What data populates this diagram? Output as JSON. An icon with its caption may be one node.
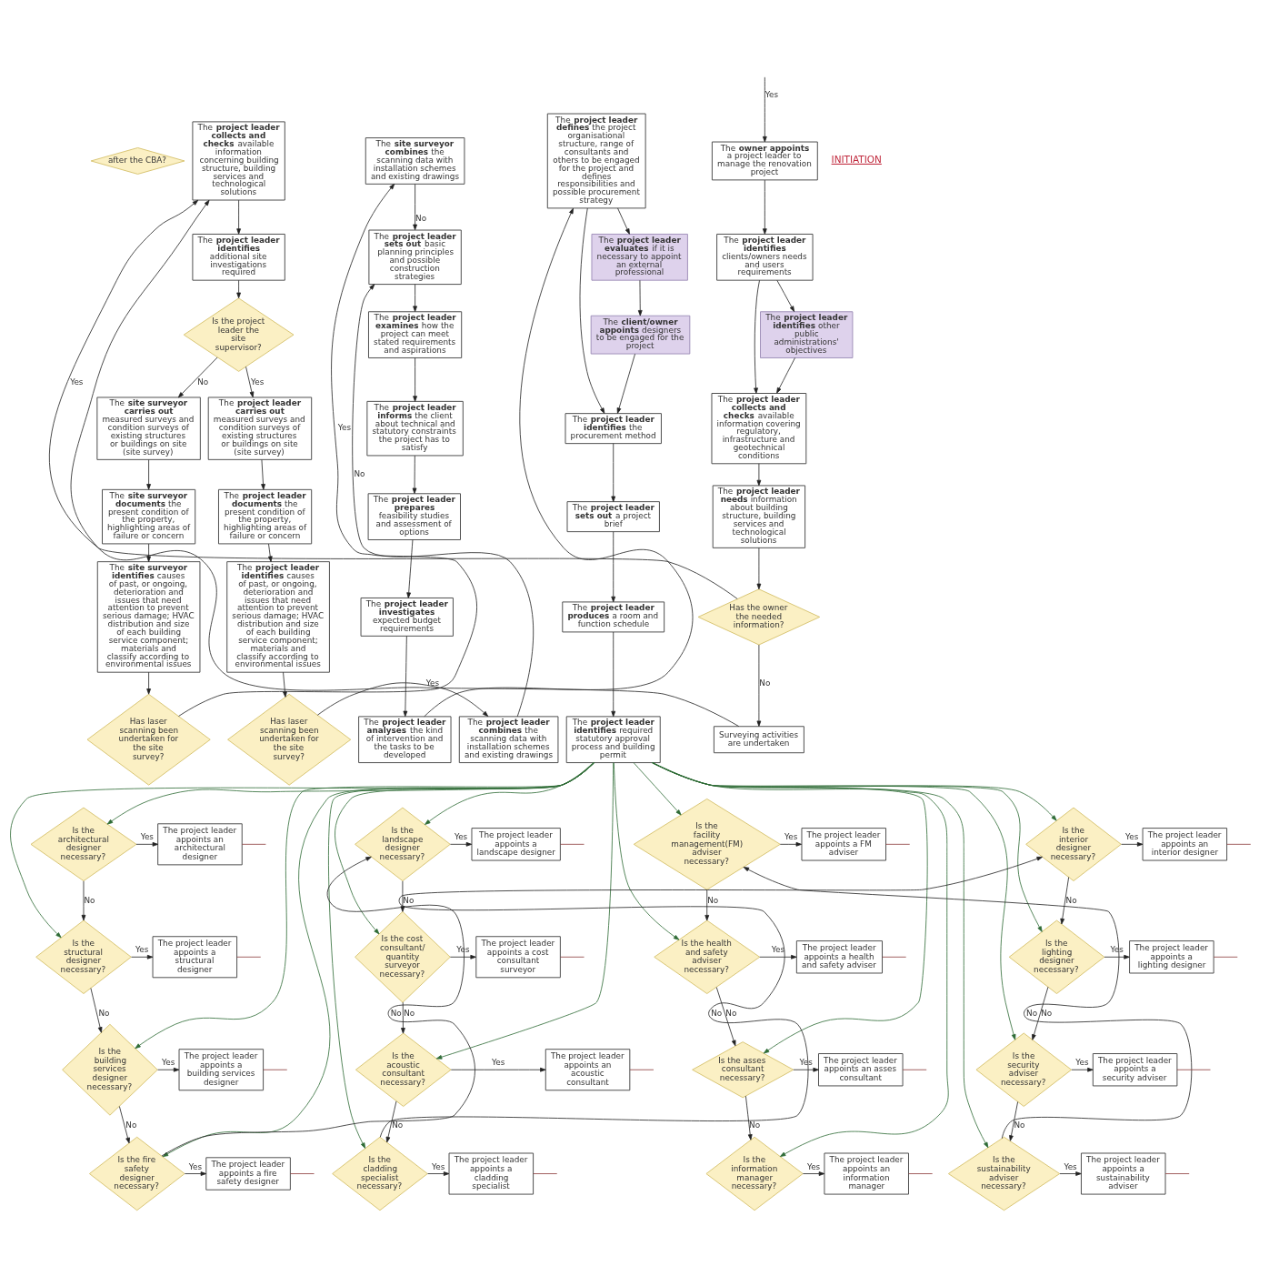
{
  "diagram": {
    "nodes": [
      {
        "text": [
          "after the CBA?"
        ]
      },
      {
        "text": [
          "The **owner appoints** a project leader to manage the renovation project"
        ]
      },
      {
        "text": [
          "The **project leader identifies** clients/owners needs and users requirements"
        ]
      },
      {
        "text": [
          "The **project leader identifies** other public administrations' objectives"
        ]
      },
      {
        "text": [
          "The **project leader collects and checks** available information covering regulatory, infrastructure and geotechnical conditions"
        ]
      },
      {
        "text": [
          "The **project leader needs** information about building structure, building services and technological solutions"
        ]
      },
      {
        "text": [
          "Has the owner the needed information?"
        ]
      },
      {
        "text": [
          "Surveying activities are undertaken"
        ]
      },
      {
        "text": [
          "The **project leader collects and checks** available information concerning building structure, building services and technological solutions"
        ]
      },
      {
        "text": [
          "The **project leader identifies** additional site investigations required"
        ]
      },
      {
        "text": [
          "Is the project leader the site supervisor?"
        ]
      },
      {
        "text": [
          "The **site surveyor carries out** measured surveys and condition surveys of existing structures or buildings on site (site survey)"
        ]
      },
      {
        "text": [
          "The **site surveyor documents** the present condition of the property, highlighting areas of failure or concern"
        ]
      },
      {
        "text": [
          "The **site surveyor identifies** causes of past, or ongoing, deterioration and issues that need attention to prevent serious damage; HVAC distribution and size of each building service component; materials and classify according to environmental issues"
        ]
      },
      {
        "text": [
          "Has laser scanning been undertaken for the site survey?"
        ]
      },
      {
        "text": [
          "The **site surveyor combines** the scanning data with installation schemes and existing drawings"
        ]
      },
      {
        "text": [
          "The **project leader evaluates** if it is necessary to appoint an external professional"
        ]
      },
      {
        "text": [
          "The **client/owner appoints** designers to be engaged for the project"
        ]
      },
      {
        "text": [
          "The **project leader carries out** measured surveys and condition surveys of existing structures or buildings on site (site survey)"
        ]
      },
      {
        "text": [
          "The **project leader documents** the present condition of the property, highlighting areas of failure or concern"
        ]
      },
      {
        "text": [
          "The **project leader identifies** causes of past, or ongoing, deterioration and issues that need attention to prevent serious damage; HVAC distribution and size of each building service component; materials and classify according to environmental issues"
        ]
      },
      {
        "text": [
          "Has laser scanning been undertaken for the site survey?"
        ]
      },
      {
        "text": [
          "The **project leader combines** the scanning data with installation schemes and existing drawings"
        ]
      },
      {
        "text": [
          "The **project leader sets out** basic planning principles and possible construction strategies"
        ]
      },
      {
        "text": [
          "The **project leader examines** how the project can meet stated requirements and aspirations"
        ]
      },
      {
        "text": [
          "The **project leader informs** the client about technical and statutory constraints the project has to satisfy"
        ]
      },
      {
        "text": [
          "The **project leader prepares** feasibility studies and assessment of options"
        ]
      },
      {
        "text": [
          "The **project leader investigates** expected budget requirements"
        ]
      },
      {
        "text": [
          "The **project leader analyses** the kind of intervention and the tasks to be developed"
        ]
      },
      {
        "text": [
          "The **project leader defines** the project organisational structure, range of consultants and others to be engaged for the project and defines responsibilities and possible procurement strategy"
        ]
      },
      {
        "text": [
          "The **project leader identifies** the procurement method"
        ]
      },
      {
        "text": [
          "The **project leader sets out** a project brief"
        ]
      },
      {
        "text": [
          "The **project leader produces** a room and function schedule"
        ]
      },
      {
        "text": [
          "The **project leader identifies** required statutory approval process and building permit"
        ]
      },
      {
        "text": [
          "Is the architectural designer necessary?"
        ]
      },
      {
        "text": [
          "The project leader appoints an architectural designer"
        ]
      },
      {
        "text": [
          "Is the building services designer necessary?"
        ]
      },
      {
        "text": [
          "The project leader appoints a building services designer"
        ]
      },
      {
        "text": [
          "Is the landscape designer necessary?"
        ]
      },
      {
        "text": [
          "The project leader appoints a landscape designer"
        ]
      },
      {
        "text": [
          "Is the acoustic consultant necessary?"
        ]
      },
      {
        "text": [
          "The project leader appoints an acoustic consultant"
        ]
      },
      {
        "text": [
          "Is the interior designer necessary?"
        ]
      },
      {
        "text": [
          "The project leader appoints an interior designer"
        ]
      },
      {
        "text": [
          "Is the structural designer necessary?"
        ]
      },
      {
        "text": [
          "The project leader appoints a structural designer"
        ]
      },
      {
        "text": [
          "Is the fire safety designer necessary?"
        ]
      },
      {
        "text": [
          "The project leader appoints a fire safety designer"
        ]
      },
      {
        "text": [
          "Is the cost consultant/ quantity surveyor necessary?"
        ]
      },
      {
        "text": [
          "The project leader appoints a cost consultant surveyor"
        ]
      },
      {
        "text": [
          "Is the cladding specialist necessary?"
        ]
      },
      {
        "text": [
          "The project leader appoints a cladding specialist"
        ]
      },
      {
        "text": [
          "Is the information manager necessary?"
        ]
      },
      {
        "text": [
          "Is the asses consultant necessary?"
        ]
      },
      {
        "text": [
          "Is the health and safety adviser necessary?"
        ]
      },
      {
        "text": [
          "Is the facility management(FM) adviser necessary?"
        ]
      },
      {
        "text": [
          "Is the sustainability adviser necessary?"
        ]
      },
      {
        "text": [
          "Is the security adviser necessary?"
        ]
      },
      {
        "text": [
          "Is the lighting designer necessary?"
        ]
      },
      {
        "text": [
          "The project leader appoints an information manager"
        ]
      },
      {
        "text": [
          "The project leader appoints an asses consultant"
        ]
      },
      {
        "text": [
          "The project leader appoints a health and safety adviser"
        ]
      },
      {
        "text": [
          "The project leader appoints a FM adviser"
        ]
      },
      {
        "text": [
          "The project leader appoints a sustainability adviser"
        ]
      },
      {
        "text": [
          "The project leader appoints a security adviser"
        ]
      },
      {
        "text": [
          "The project leader appoints a lighting designer"
        ]
      }
    ],
    "edges": [
      {
        "from": null,
        "to": 1,
        "arrow": "to",
        "label": "Yes"
      },
      {
        "from": 1,
        "to": 2,
        "arrow": "to"
      },
      {
        "from": 2,
        "to": 4,
        "arrow": "to"
      },
      {
        "from": 2,
        "to": 3,
        "arrow": "to"
      },
      {
        "from": 3,
        "to": 4,
        "arrow": "to"
      },
      {
        "from": 4,
        "to": 5,
        "arrow": "to"
      },
      {
        "from": 5,
        "to": 6,
        "arrow": "to"
      },
      {
        "from": 6,
        "to": 7,
        "arrow": "to",
        "label": "No"
      },
      {
        "from": 6,
        "to": 8,
        "arrow": "to",
        "label": "Yes"
      },
      {
        "from": 7,
        "to": 8,
        "arrow": "to"
      },
      {
        "from": 8,
        "to": 9,
        "arrow": "to"
      },
      {
        "from": 9,
        "to": 10,
        "arrow": "to"
      },
      {
        "from": 10,
        "to": 11,
        "arrow": "to",
        "label": "No"
      },
      {
        "from": 10,
        "to": 18,
        "arrow": "to",
        "label": "Yes"
      },
      {
        "from": 11,
        "to": 12,
        "arrow": "to"
      },
      {
        "from": 12,
        "to": 13,
        "arrow": "to"
      },
      {
        "from": 13,
        "to": 14,
        "arrow": "to"
      },
      {
        "from": 14,
        "to": 15,
        "arrow": "to",
        "label": "Yes"
      },
      {
        "from": 15,
        "to": 23,
        "arrow": "to",
        "label": "No"
      },
      {
        "from": 18,
        "to": 19,
        "arrow": "to"
      },
      {
        "from": 19,
        "to": 20,
        "arrow": "to"
      },
      {
        "from": 20,
        "to": 21,
        "arrow": "to"
      },
      {
        "from": 21,
        "to": 22,
        "arrow": "to",
        "label": "Yes"
      },
      {
        "from": 22,
        "to": 23,
        "arrow": "to",
        "label": "No"
      },
      {
        "from": 23,
        "to": 24,
        "arrow": "to"
      },
      {
        "from": 24,
        "to": 25,
        "arrow": "to"
      },
      {
        "from": 25,
        "to": 26,
        "arrow": "to"
      },
      {
        "from": 26,
        "to": 27,
        "arrow": "to"
      },
      {
        "from": 27,
        "to": 28,
        "arrow": "to"
      },
      {
        "from": 28,
        "to": 29,
        "arrow": "to"
      },
      {
        "from": 29,
        "to": 16,
        "arrow": "to"
      },
      {
        "from": 16,
        "to": 17,
        "arrow": "to"
      },
      {
        "from": 17,
        "to": 30,
        "arrow": "to"
      },
      {
        "from": 29,
        "to": 30,
        "arrow": "to"
      },
      {
        "from": 30,
        "to": 31,
        "arrow": "to"
      },
      {
        "from": 31,
        "to": 32,
        "arrow": "to"
      },
      {
        "from": 32,
        "to": 33,
        "arrow": "to"
      },
      {
        "from": 33,
        "to": 34,
        "arrow": "to",
        "color": "#2e6b35"
      },
      {
        "from": 33,
        "to": 36,
        "arrow": "to",
        "color": "#2e6b35"
      },
      {
        "from": 33,
        "to": 38,
        "arrow": "to",
        "color": "#2e6b35"
      },
      {
        "from": 33,
        "to": 40,
        "arrow": "to",
        "color": "#2e6b35"
      },
      {
        "from": 33,
        "to": 42,
        "arrow": "to",
        "color": "#2e6b35"
      },
      {
        "from": 33,
        "to": 44,
        "arrow": "to",
        "color": "#2e6b35"
      },
      {
        "from": 33,
        "to": 46,
        "arrow": "to",
        "color": "#2e6b35"
      },
      {
        "from": 33,
        "to": 48,
        "arrow": "to",
        "color": "#2e6b35"
      },
      {
        "from": 33,
        "to": 50,
        "arrow": "to",
        "color": "#2e6b35"
      },
      {
        "from": 33,
        "to": 52,
        "arrow": "to",
        "color": "#2e6b35"
      },
      {
        "from": 33,
        "to": 53,
        "arrow": "to",
        "color": "#2e6b35"
      },
      {
        "from": 33,
        "to": 54,
        "arrow": "to",
        "color": "#2e6b35"
      },
      {
        "from": 33,
        "to": 55,
        "arrow": "to",
        "color": "#2e6b35"
      },
      {
        "from": 33,
        "to": 56,
        "arrow": "to",
        "color": "#2e6b35"
      },
      {
        "from": 33,
        "to": 57,
        "arrow": "to",
        "color": "#2e6b35"
      },
      {
        "from": 33,
        "to": 58,
        "arrow": "to",
        "color": "#2e6b35"
      },
      {
        "from": 34,
        "to": 35,
        "arrow": "to",
        "label": "Yes"
      },
      {
        "from": 34,
        "to": 44,
        "arrow": "to",
        "label": "No"
      },
      {
        "from": 44,
        "to": 45,
        "arrow": "to",
        "label": "Yes"
      },
      {
        "from": 44,
        "to": 36,
        "arrow": "to",
        "label": "No"
      },
      {
        "from": 36,
        "to": 37,
        "arrow": "to",
        "label": "Yes"
      },
      {
        "from": 36,
        "to": 46,
        "arrow": "to",
        "label": "No"
      },
      {
        "from": 46,
        "to": 47,
        "arrow": "to",
        "label": "Yes"
      },
      {
        "from": 46,
        "to": 38,
        "arrow": "to",
        "label": "No"
      },
      {
        "from": 38,
        "to": 39,
        "arrow": "to",
        "label": "Yes"
      },
      {
        "from": 38,
        "to": 48,
        "arrow": "to",
        "label": "No"
      },
      {
        "from": 48,
        "to": 49,
        "arrow": "to",
        "label": "Yes"
      },
      {
        "from": 48,
        "to": 40,
        "arrow": "to",
        "label": "No"
      },
      {
        "from": 40,
        "to": 41,
        "arrow": "to",
        "label": "Yes"
      },
      {
        "from": 40,
        "to": 50,
        "arrow": "to",
        "label": "No"
      },
      {
        "from": 50,
        "to": 51,
        "arrow": "to",
        "label": "Yes"
      },
      {
        "from": 50,
        "to": 42,
        "arrow": "to",
        "label": "No"
      },
      {
        "from": 42,
        "to": 43,
        "arrow": "to",
        "label": "Yes"
      },
      {
        "from": 42,
        "to": 58,
        "arrow": "to",
        "label": "No"
      },
      {
        "from": 58,
        "to": 65,
        "arrow": "to",
        "label": "Yes"
      },
      {
        "from": 58,
        "to": 57,
        "arrow": "to",
        "label": "No"
      },
      {
        "from": 57,
        "to": 64,
        "arrow": "to",
        "label": "Yes"
      },
      {
        "from": 57,
        "to": 56,
        "arrow": "to",
        "label": "No"
      },
      {
        "from": 56,
        "to": 63,
        "arrow": "to",
        "label": "Yes"
      },
      {
        "from": 56,
        "to": 55,
        "arrow": "to",
        "label": "No"
      },
      {
        "from": 55,
        "to": 62,
        "arrow": "to",
        "label": "Yes"
      },
      {
        "from": 55,
        "to": 54,
        "arrow": "to",
        "label": "No"
      },
      {
        "from": 54,
        "to": 61,
        "arrow": "to",
        "label": "Yes"
      },
      {
        "from": 54,
        "to": 53,
        "arrow": "to",
        "label": "No"
      },
      {
        "from": 53,
        "to": 60,
        "arrow": "to",
        "label": "Yes"
      },
      {
        "from": 53,
        "to": 52,
        "arrow": "to",
        "label": "No"
      },
      {
        "from": 52,
        "to": 59,
        "arrow": "to",
        "label": "Yes"
      },
      {
        "from": 35,
        "to": null,
        "arrow": "none",
        "color": "#8b3a3a"
      },
      {
        "from": 37,
        "to": null,
        "arrow": "none",
        "color": "#8b3a3a"
      },
      {
        "from": 39,
        "to": null,
        "arrow": "none",
        "color": "#8b3a3a"
      },
      {
        "from": 41,
        "to": null,
        "arrow": "none",
        "color": "#8b3a3a"
      },
      {
        "from": 43,
        "to": null,
        "arrow": "none",
        "color": "#8b3a3a"
      },
      {
        "from": 45,
        "to": null,
        "arrow": "none",
        "color": "#8b3a3a"
      },
      {
        "from": 47,
        "to": null,
        "arrow": "none",
        "color": "#8b3a3a"
      },
      {
        "from": 49,
        "to": null,
        "arrow": "none",
        "color": "#8b3a3a"
      },
      {
        "from": 51,
        "to": null,
        "arrow": "none",
        "color": "#8b3a3a"
      },
      {
        "from": 59,
        "to": null,
        "arrow": "none",
        "color": "#8b3a3a"
      },
      {
        "from": 60,
        "to": null,
        "arrow": "none",
        "color": "#8b3a3a"
      },
      {
        "from": 61,
        "to": null,
        "arrow": "none",
        "color": "#8b3a3a"
      },
      {
        "from": 62,
        "to": null,
        "arrow": "none",
        "color": "#8b3a3a"
      },
      {
        "from": 63,
        "to": null,
        "arrow": "none",
        "color": "#8b3a3a"
      },
      {
        "from": 64,
        "to": null,
        "arrow": "none",
        "color": "#8b3a3a"
      },
      {
        "from": 65,
        "to": null,
        "arrow": "none",
        "color": "#8b3a3a"
      }
    ],
    "labels": [
      "INITIATION"
    ]
  }
}
